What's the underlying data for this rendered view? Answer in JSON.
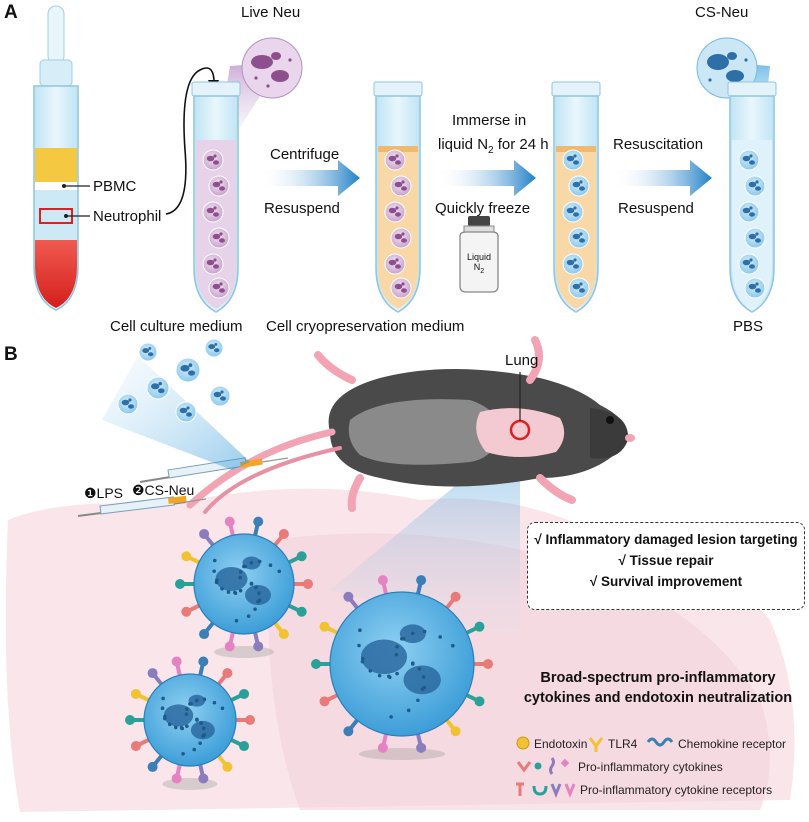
{
  "panel_a": {
    "label": "A",
    "live_neu": "Live Neu",
    "cs_neu": "CS-Neu",
    "pbmc": "PBMC",
    "neutrophil": "Neutrophil",
    "centrifuge": "Centrifuge",
    "resuspend_1": "Resuspend",
    "immerse_line1": "Immerse in",
    "immerse_line2_prefix": "liquid N",
    "immerse_sub": "2",
    "immerse_line2_suffix": " for 24 h",
    "quickly_freeze": "Quickly freeze",
    "liquid_label": "Liquid",
    "liquid_n": "N",
    "liquid_sub": "2",
    "resuscitation": "Resuscitation",
    "resuspend_2": "Resuspend",
    "cell_culture_medium": "Cell culture medium",
    "cell_cryo_medium": "Cell cryopreservation medium",
    "pbs": "PBS"
  },
  "panel_b": {
    "label": "B",
    "lung": "Lung",
    "cs_neu": "❷CS-Neu",
    "lps": "❶LPS",
    "benefits": [
      "√ Inflammatory damaged lesion targeting",
      "√ Tissue repair",
      "√ Survival improvement"
    ],
    "neutralization_line1": "Broad-spectrum pro-inflammatory",
    "neutralization_line2": "cytokines and endotoxin neutralization",
    "legend": {
      "endotoxin": "Endotoxin",
      "tlr4": "TLR4",
      "chemokine_receptor": "Chemokine receptor",
      "cytokines": "Pro-inflammatory cytokines",
      "cytokine_receptors": "Pro-inflammatory cytokine receptors"
    }
  },
  "colors": {
    "arrow": "#1f7fc6",
    "neutrophil_live": "#8e4f8e",
    "neutrophil_cs": "#2f87c4",
    "cell_blue": "#5bb5e6",
    "tube_blue": "#cfeaf7",
    "plasma_yellow": "#f5c842",
    "blood_red": "#e8322c",
    "medium_purple": "#e6d3ea",
    "medium_orange": "#f9d8a8",
    "mouse_dark": "#4a4a4a",
    "lung_pink": "#f7d9df",
    "red_box": "#e02020"
  }
}
